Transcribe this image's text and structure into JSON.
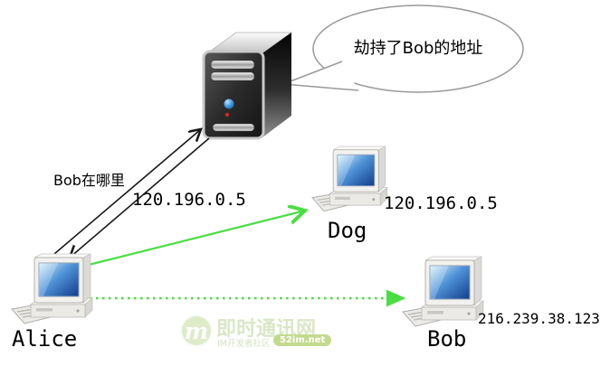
{
  "bubble": {
    "text": "劫持了Bob的地址"
  },
  "messages": {
    "query": "Bob在哪里",
    "response_ip": "120.196.0.5"
  },
  "nodes": {
    "alice": {
      "label": "Alice"
    },
    "dog": {
      "label": "Dog",
      "ip": "120.196.0.5"
    },
    "bob": {
      "label": "Bob",
      "ip": "216.239.38.123"
    }
  },
  "watermark": {
    "logo_letter": "m",
    "site_name": "即时通讯网",
    "tagline": "IM开发者社区",
    "badge": "52im.net"
  },
  "colors": {
    "arrow_black": "#1a1a1a",
    "arrow_green": "#4ade42",
    "bubble_stroke": "#999999",
    "screen_blue": "#1b4fa0",
    "watermark_green": "#d6e5c2",
    "badge_green": "#bdd681"
  }
}
